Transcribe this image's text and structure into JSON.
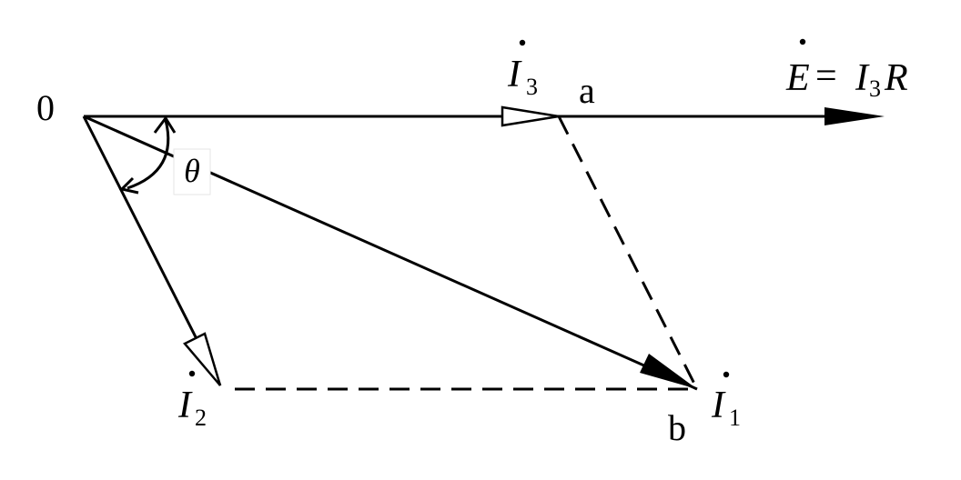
{
  "diagram": {
    "origin_label": "0",
    "point_a_label": "a",
    "point_b_label": "b",
    "angle_label": "θ",
    "vectors": {
      "e": {
        "sym": "E",
        "eq": "=",
        "i": "I",
        "sub": "3",
        "r": "R",
        "has_dot": true
      },
      "i3": {
        "sym": "I",
        "sub": "3",
        "has_dot": true
      },
      "i2": {
        "sym": "I",
        "sub": "2",
        "has_dot": true
      },
      "i1": {
        "sym": "I",
        "sub": "1",
        "has_dot": true
      }
    },
    "colors": {
      "stroke": "#000000",
      "background": "#ffffff"
    }
  }
}
